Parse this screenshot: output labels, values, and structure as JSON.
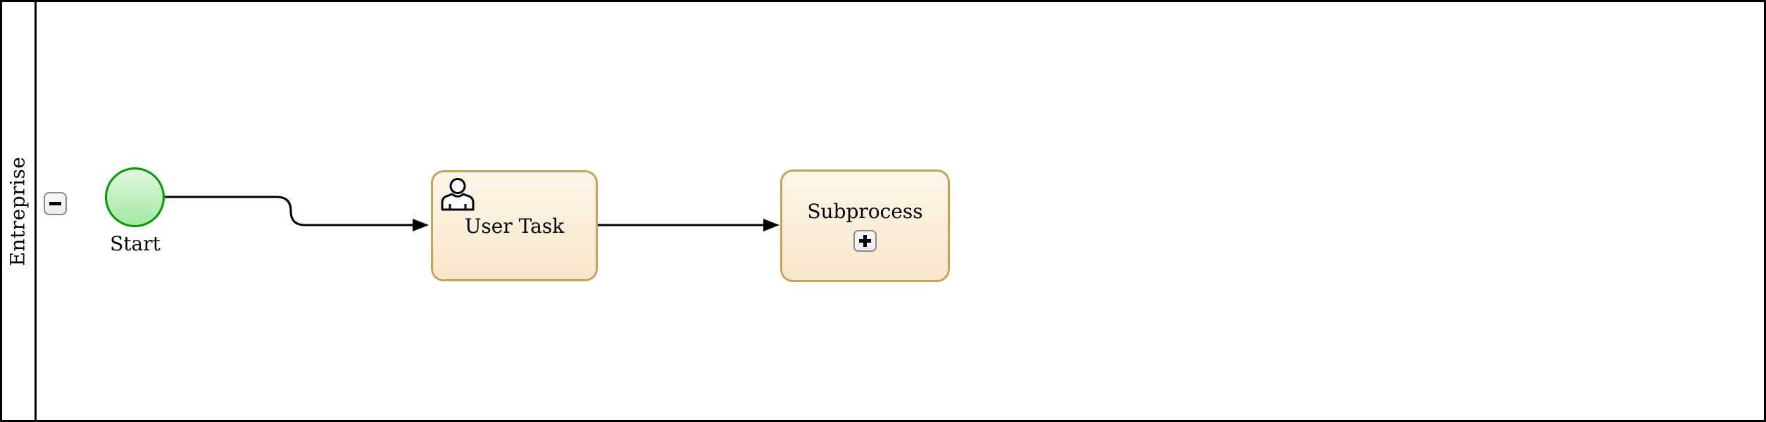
{
  "diagram": {
    "type": "bpmn-process",
    "pool": {
      "label": "Entreprise",
      "collapse_icon": "minus-icon"
    },
    "nodes": [
      {
        "id": "start",
        "type": "start-event",
        "label": "Start"
      },
      {
        "id": "user-task",
        "type": "user-task",
        "label": "User Task",
        "icon": "person-icon"
      },
      {
        "id": "subprocess",
        "type": "collapsed-subprocess",
        "label": "Subprocess",
        "marker": "plus-icon"
      }
    ],
    "flows": [
      {
        "from": "Start",
        "to": "User Task"
      },
      {
        "from": "User Task",
        "to": "Subprocess"
      }
    ],
    "colors": {
      "pool_stroke": "#000000",
      "flow_stroke": "#000000",
      "start_event_stroke": "#009b00",
      "start_event_fill_top": "#e3f8e1",
      "start_event_fill_bottom": "#a4e8a4",
      "task_stroke": "#c9a25a",
      "task_fill_top": "#fdf6e9",
      "task_fill_bottom": "#f8e6ca",
      "button_stroke": "#8c8c8c",
      "button_fill": "#f2f2f2",
      "background": "#ffffff"
    }
  }
}
